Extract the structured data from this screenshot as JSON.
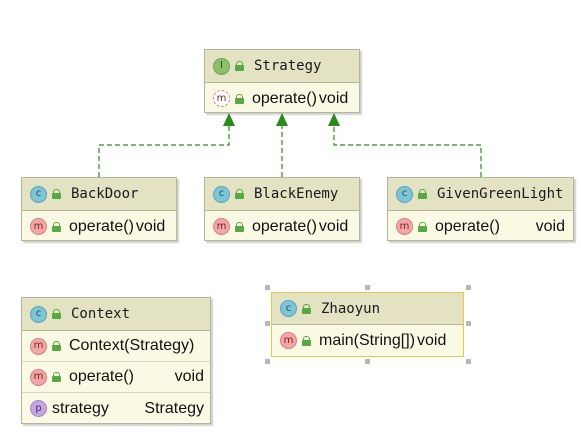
{
  "diagram": {
    "interface": {
      "name": "Strategy",
      "kind_badge": "I",
      "method": {
        "name": "operate()",
        "return": "void",
        "badge": "m"
      }
    },
    "classes": [
      {
        "id": "backdoor",
        "name": "BackDoor",
        "badge": "c",
        "method": {
          "name": "operate()",
          "return": "void",
          "badge": "m"
        }
      },
      {
        "id": "blackenemy",
        "name": "BlackEnemy",
        "badge": "c",
        "method": {
          "name": "operate()",
          "return": "void",
          "badge": "m"
        }
      },
      {
        "id": "givengreenlight",
        "name": "GivenGreenLight",
        "badge": "c",
        "method": {
          "name": "operate()",
          "return": "void",
          "badge": "m"
        }
      }
    ],
    "context": {
      "name": "Context",
      "badge": "c",
      "rows": [
        {
          "badge": "m",
          "name": "Context(Strategy)",
          "type": ""
        },
        {
          "badge": "m",
          "name": "operate()",
          "type": "void"
        },
        {
          "badge": "p",
          "name": "strategy",
          "type": "Strategy"
        }
      ]
    },
    "zhaoyun": {
      "name": "Zhaoyun",
      "badge": "c",
      "method": {
        "name": "main(String[])",
        "return": "void",
        "badge": "m"
      }
    },
    "colors": {
      "arrow": "#2a8a1a",
      "header_bg": "#e3e3c4",
      "body_bg": "#fafae4",
      "selection": "#e8c84a"
    }
  }
}
